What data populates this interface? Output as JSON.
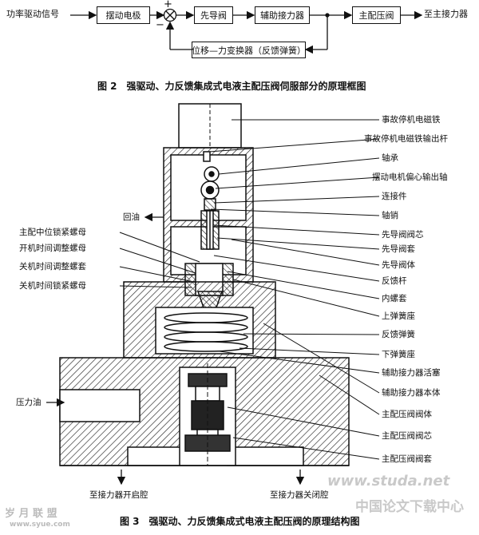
{
  "block_diagram": {
    "input_label": "功率驱动信号",
    "output_label": "至主接力器",
    "sum_plus": "+",
    "sum_minus": "−",
    "blocks": [
      "摆动电极",
      "先导阀",
      "辅助接力器",
      "主配压阀",
      "位移—力变换器（反馈弹簧）"
    ]
  },
  "caption_2": "图 2　强驱动、力反馈集成式电液主配压阀伺服部分的原理框图",
  "structure": {
    "left_labels": [
      "主配中位锁紧螺母",
      "开机时间调整螺母",
      "关机时间调整螺套",
      "关机时间锁紧螺母"
    ],
    "right_labels": [
      "事故停机电磁铁",
      "事故停机电磁铁输出杆",
      "轴承",
      "摆动电机偏心输出轴",
      "连接件",
      "轴销",
      "先导阀阀芯",
      "先导阀套",
      "先导阀体",
      "反馈杆",
      "内螺套",
      "上弹簧座",
      "反馈弹簧",
      "下弹簧座",
      "辅助接力器活塞",
      "辅助接力器本体",
      "主配压阀阀体",
      "主配压阀阀芯",
      "主配压阀阀套"
    ],
    "return_oil": "回油",
    "pressure_oil": "压力油",
    "bottom_left": "至接力器开启腔",
    "bottom_right": "至接力器关闭腔"
  },
  "caption_3": "图 3　强驱动、力反馈集成式电液主配压阀的原理结构图",
  "watermarks": {
    "left_top": "岁 月 联 盟",
    "left_bottom": "www.syue.com",
    "right_top": "www.studa.net",
    "right_bottom": "中国论文下载中心"
  }
}
